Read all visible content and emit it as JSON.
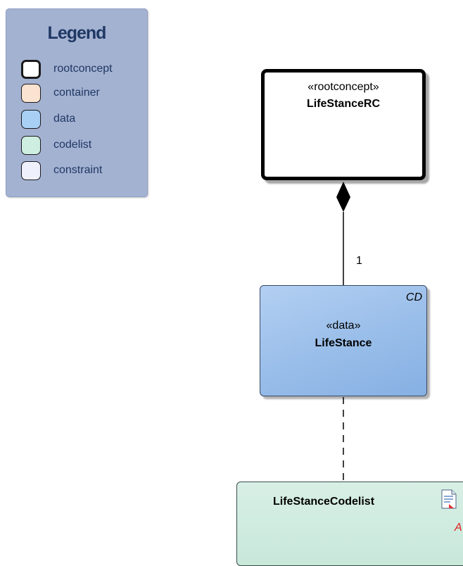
{
  "legend": {
    "title": "Legend",
    "items": [
      {
        "label": "rootconcept",
        "color": "#ffffff"
      },
      {
        "label": "container",
        "color": "#fbe3d1"
      },
      {
        "label": "data",
        "color": "#a8d0f5"
      },
      {
        "label": "codelist",
        "color": "#cdeee0"
      },
      {
        "label": "constraint",
        "color": "#eef0fb"
      }
    ]
  },
  "classes": {
    "root": {
      "stereotype": "«rootconcept»",
      "name": "LifeStanceRC"
    },
    "data": {
      "stereotype": "«data»",
      "name": "LifeStance",
      "tag": "CD"
    },
    "codelist": {
      "name": "LifeStanceCodelist",
      "tag": "A"
    }
  },
  "association": {
    "multiplicity": "1"
  }
}
